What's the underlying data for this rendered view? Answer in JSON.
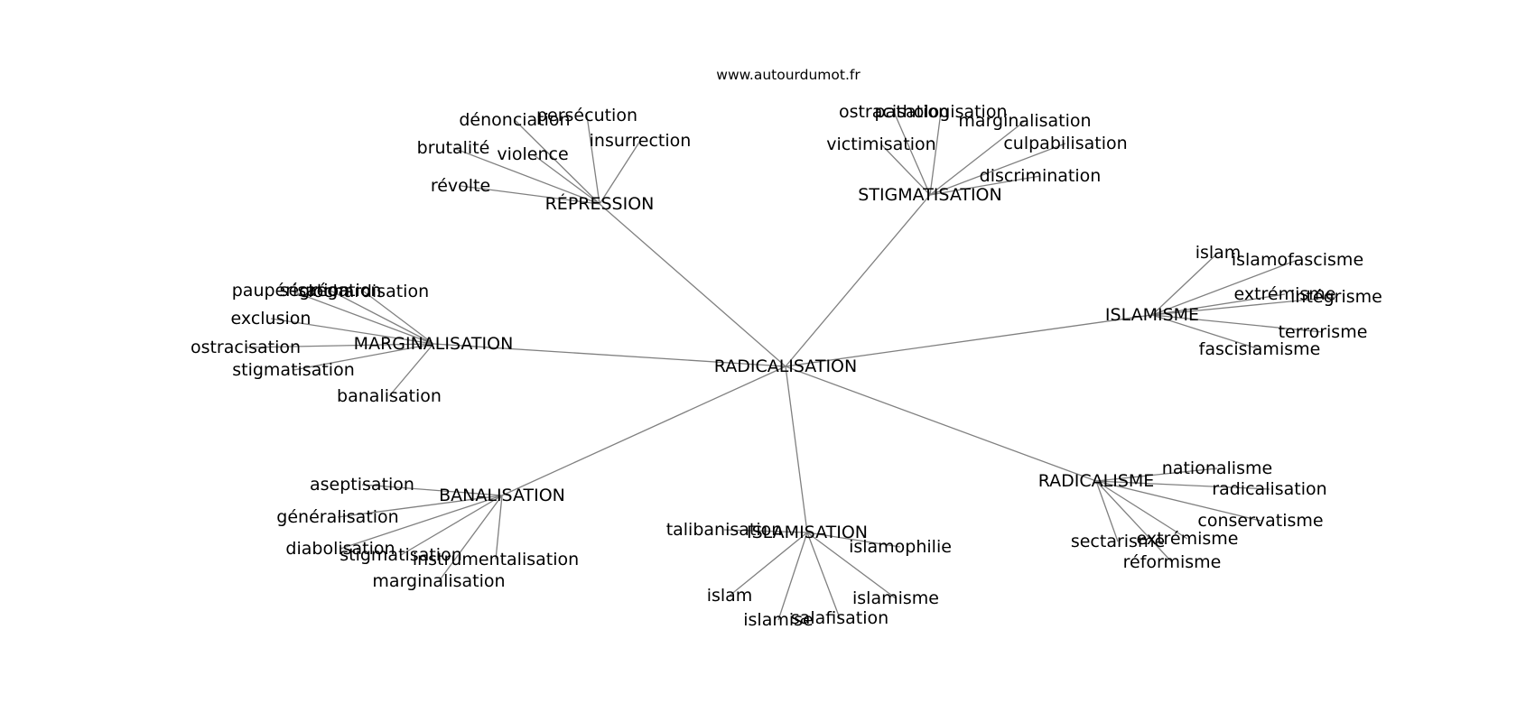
{
  "source": "www.autourdumot.fr",
  "center": "RADICALISATION",
  "clusters": [
    {
      "label": "RÉPRESSION",
      "leaves": [
        "dénonciation",
        "persécution",
        "insurrection",
        "brutalité",
        "violence",
        "révolte"
      ]
    },
    {
      "label": "STIGMATISATION",
      "leaves": [
        "ostracisation",
        "pathologisation",
        "marginalisation",
        "victimisation",
        "culpabilisation",
        "discrimination"
      ]
    },
    {
      "label": "ISLAMISME",
      "leaves": [
        "islam",
        "islamofascisme",
        "extrémisme",
        "intégrisme",
        "terrorisme",
        "fascislamisme"
      ]
    },
    {
      "label": "MARGINALISATION",
      "leaves": [
        "paupérisation",
        "ségrégation",
        "clochardisation",
        "exclusion",
        "ostracisation",
        "stigmatisation",
        "banalisation"
      ]
    },
    {
      "label": "RADICALISME",
      "leaves": [
        "nationalisme",
        "radicalisation",
        "conservatisme",
        "sectarisme",
        "extrémisme",
        "réformisme"
      ]
    },
    {
      "label": "BANALISATION",
      "leaves": [
        "aseptisation",
        "généralisation",
        "diabolisation",
        "stigmatisation",
        "instrumentalisation",
        "marginalisation"
      ]
    },
    {
      "label": "ISLAMISATION",
      "leaves": [
        "talibanisation",
        "islamophilie",
        "islam",
        "islamisme",
        "islamise",
        "salafisation"
      ]
    }
  ]
}
